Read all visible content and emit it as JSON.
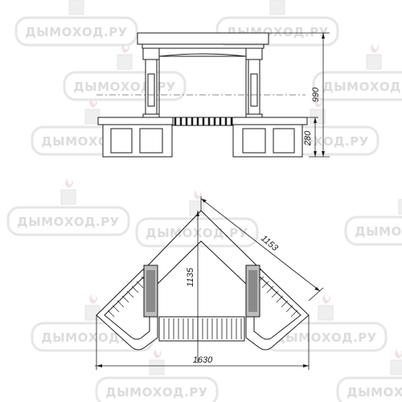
{
  "watermark": {
    "text": "ДЫМОХОД.РУ"
  },
  "dimensions": {
    "front_total_height": "990",
    "front_base_height": "280",
    "top_diagonal_length": "1153",
    "top_depth": "1135",
    "top_width": "1630"
  }
}
